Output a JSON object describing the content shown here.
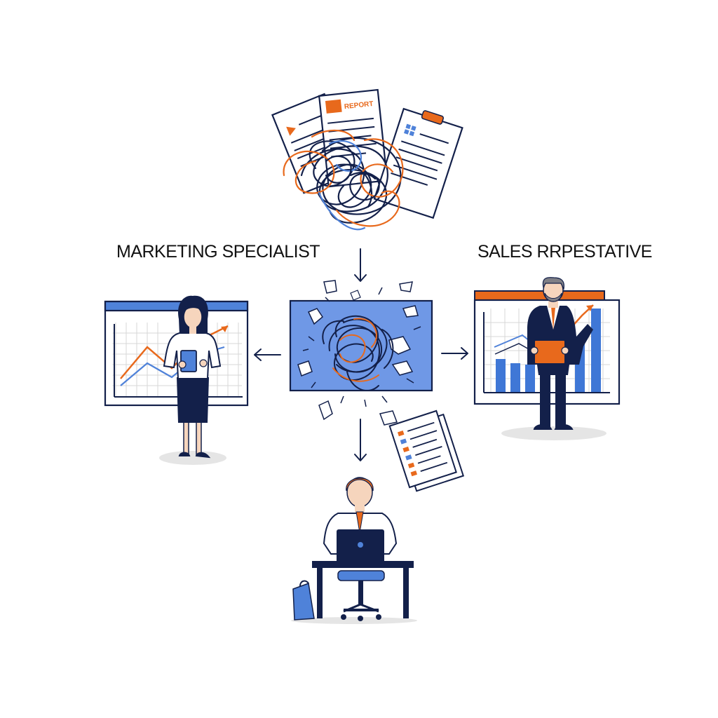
{
  "labels": {
    "left_role": "MARKETING SPECIALIST",
    "right_role": "SALES RRPESTATIVE"
  },
  "document_stamp": "REPORT",
  "colors": {
    "navy": "#13204a",
    "blue": "#4f82d9",
    "light_blue": "#6f98e6",
    "orange": "#e8691c",
    "skin": "#f6d5bd",
    "shadow": "#e5e5e5"
  },
  "icons": [
    "tangled-documents-icon",
    "shattered-panel-icon",
    "marketing-specialist-figure",
    "sales-representative-figure",
    "desk-worker-figure",
    "scattered-report-icon",
    "arrow-down-icon",
    "arrow-left-icon",
    "arrow-right-icon"
  ]
}
